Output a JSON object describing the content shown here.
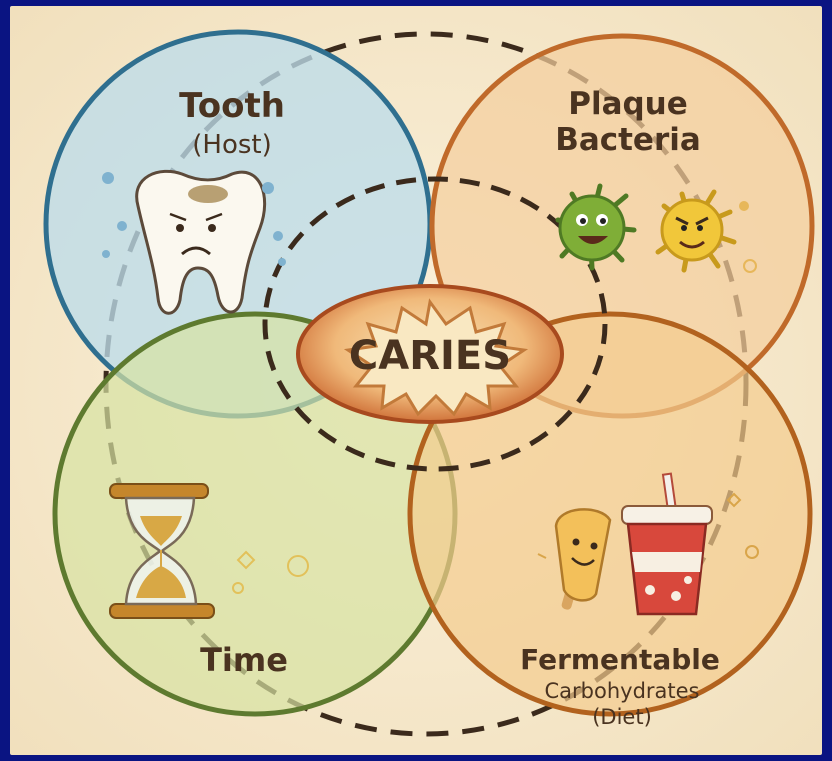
{
  "diagram": {
    "center": {
      "label": "CARIES"
    },
    "circles": [
      {
        "id": "tooth",
        "title": "Tooth",
        "subtitle": "(Host)",
        "icon": "tooth-icon",
        "color": "#2f6f8f",
        "fill": "#bcdcea"
      },
      {
        "id": "bacteria",
        "title_line1": "Plaque",
        "title_line2": "Bacteria",
        "icon": "bacteria-icon",
        "color": "#c06a2a",
        "fill": "#f4cf9e"
      },
      {
        "id": "time",
        "title": "Time",
        "icon": "hourglass-icon",
        "color": "#5e7a2f",
        "fill": "#d7e2a3"
      },
      {
        "id": "diet",
        "title": "Fermentable",
        "subtitle_line1": "Carbohydrates",
        "subtitle_line2": "(Diet)",
        "icon": "soda-icon",
        "color": "#b2621e",
        "fill": "#f3cc8e"
      }
    ]
  }
}
